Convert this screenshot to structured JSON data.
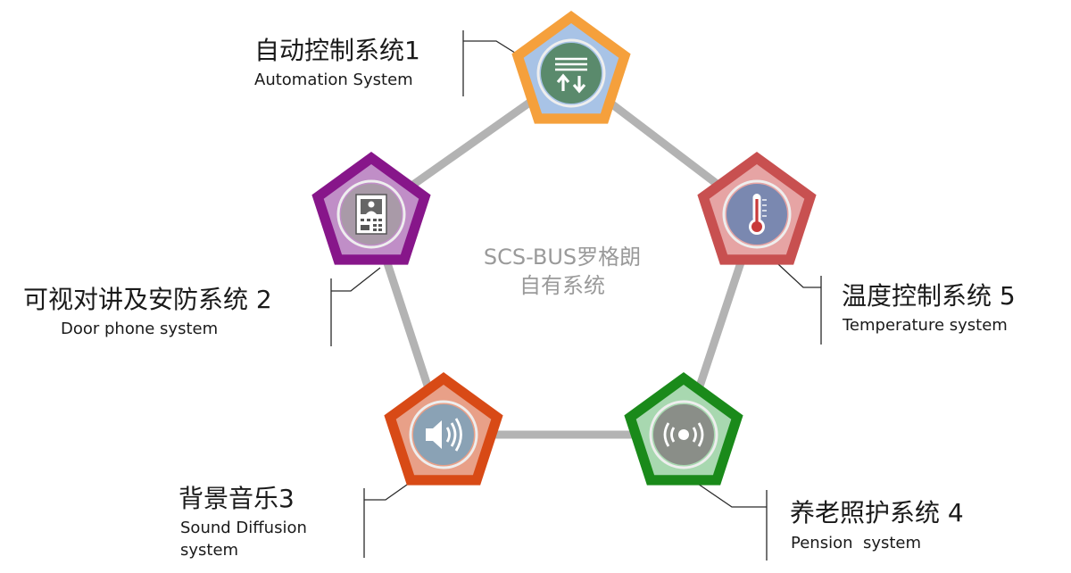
{
  "center": {
    "line1": "SCS-BUS罗格朗",
    "line2": "自有系统"
  },
  "nodes": [
    {
      "id": "automation",
      "label_cn": "自动控制系统1",
      "label_en": "Automation System",
      "outer_color": "#f5a03c",
      "inner_color": "#a8c3e6",
      "circle_color": "#5a8a6c",
      "icon": "blinds-up-down-icon"
    },
    {
      "id": "door-phone",
      "label_cn": "可视对讲及安防系统 2",
      "label_en": "Door phone system",
      "outer_color": "#87168a",
      "inner_color": "#c08ec7",
      "circle_color": "#a99aa8",
      "icon": "video-intercom-icon"
    },
    {
      "id": "sound",
      "label_cn": "背景音乐3",
      "label_en_1": "Sound Diffusion",
      "label_en_2": "system",
      "outer_color": "#d84a16",
      "inner_color": "#e8a088",
      "circle_color": "#8aa2b5",
      "icon": "speaker-icon"
    },
    {
      "id": "pension",
      "label_cn": "养老照护系统 4",
      "label_en": "Pension  system",
      "outer_color": "#1a8a1a",
      "inner_color": "#a8d8b0",
      "circle_color": "#8a8e88",
      "icon": "signal-waves-icon"
    },
    {
      "id": "temperature",
      "label_cn": "温度控制系统 5",
      "label_en": "Temperature system",
      "outer_color": "#c85050",
      "inner_color": "#e6a4a4",
      "circle_color": "#7a88b0",
      "icon": "thermometer-icon"
    }
  ],
  "connector_color": "#b3b3b3"
}
